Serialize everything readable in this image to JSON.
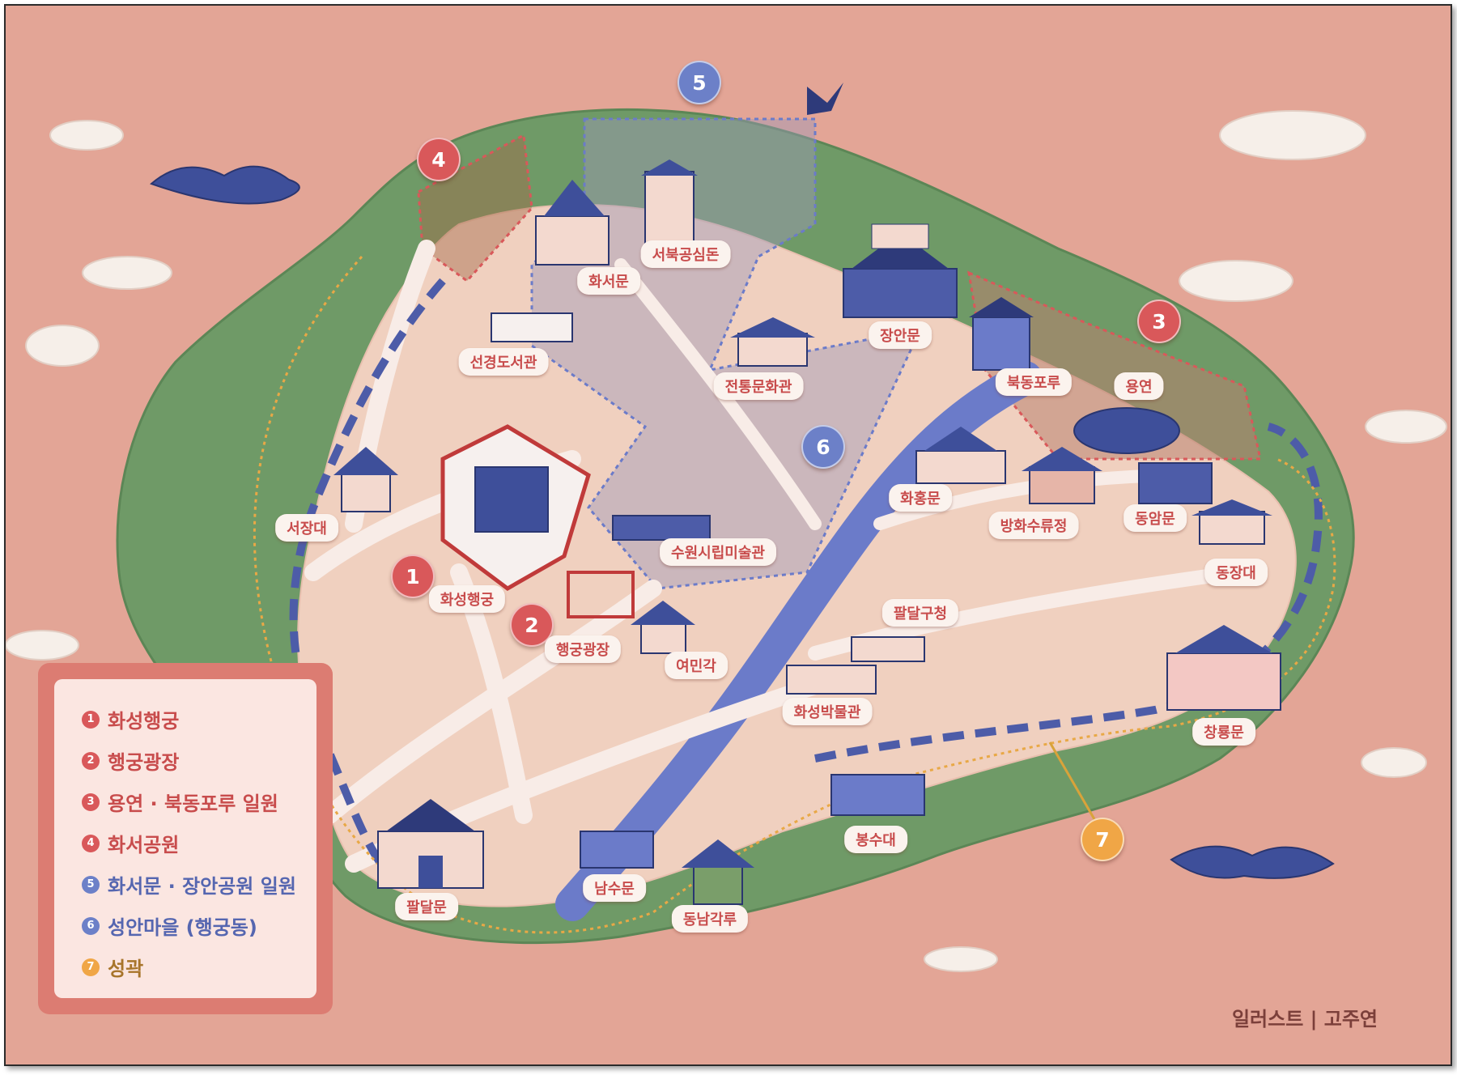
{
  "credit": "일러스트 | 고주연",
  "colors": {
    "background": "#e3a596",
    "land": "#f0d0bf",
    "forest": "#6f9a67",
    "stream": "#6b7bc9",
    "road": "#f8ece7",
    "red_marker": "#d9585a",
    "blue_marker": "#6c80c8",
    "gold_marker": "#f0a646",
    "label_text": "#c84c4c"
  },
  "landmarks": [
    {
      "id": "hwaseomun",
      "name": "화서문",
      "icon": "gate-tower-icon"
    },
    {
      "id": "seobuk",
      "name": "서북공심돈",
      "icon": "watchtower-icon"
    },
    {
      "id": "janganmun",
      "name": "장안문",
      "icon": "main-gate-icon"
    },
    {
      "id": "seongyeong",
      "name": "선경도서관",
      "icon": "library-icon"
    },
    {
      "id": "jeontong",
      "name": "전통문화관",
      "icon": "hanok-icon"
    },
    {
      "id": "bukdong",
      "name": "북동포루",
      "icon": "watchtower-icon"
    },
    {
      "id": "yongyeon",
      "name": "용연",
      "icon": "pond-icon"
    },
    {
      "id": "seojangdae",
      "name": "서장대",
      "icon": "pavilion-icon"
    },
    {
      "id": "hwahongmun",
      "name": "화홍문",
      "icon": "sluice-gate-icon"
    },
    {
      "id": "banghwa",
      "name": "방화수류정",
      "icon": "pavilion-icon"
    },
    {
      "id": "dongammun",
      "name": "동암문",
      "icon": "wall-gate-icon"
    },
    {
      "id": "museum_art",
      "name": "수원시립미술관",
      "icon": "museum-icon"
    },
    {
      "id": "dongjangdae",
      "name": "동장대",
      "icon": "hall-icon"
    },
    {
      "id": "haenggung",
      "name": "화성행궁",
      "icon": "palace-icon"
    },
    {
      "id": "paldalgu",
      "name": "팔달구청",
      "icon": "office-icon"
    },
    {
      "id": "plaza",
      "name": "행궁광장",
      "icon": "plaza-gate-icon"
    },
    {
      "id": "yeomingak",
      "name": "여민각",
      "icon": "bell-pavilion-icon"
    },
    {
      "id": "museum_hs",
      "name": "화성박물관",
      "icon": "museum-icon"
    },
    {
      "id": "changnyongmun",
      "name": "창룡문",
      "icon": "gate-tower-icon"
    },
    {
      "id": "bongsudae",
      "name": "봉수대",
      "icon": "beacon-icon"
    },
    {
      "id": "paldalmun",
      "name": "팔달문",
      "icon": "main-gate-icon"
    },
    {
      "id": "namsumun",
      "name": "남수문",
      "icon": "sluice-gate-icon"
    },
    {
      "id": "dongnam",
      "name": "동남각루",
      "icon": "pavilion-icon"
    }
  ],
  "markers": [
    {
      "num": "1",
      "color": "red"
    },
    {
      "num": "2",
      "color": "red"
    },
    {
      "num": "3",
      "color": "red"
    },
    {
      "num": "4",
      "color": "red"
    },
    {
      "num": "5",
      "color": "blue"
    },
    {
      "num": "6",
      "color": "blue"
    },
    {
      "num": "7",
      "color": "gold"
    }
  ],
  "legend": [
    {
      "num": "1",
      "text": "화성행궁",
      "color": "red"
    },
    {
      "num": "2",
      "text": "행궁광장",
      "color": "red"
    },
    {
      "num": "3",
      "text": "용연 · 북동포루 일원",
      "color": "red"
    },
    {
      "num": "4",
      "text": "화서공원",
      "color": "red"
    },
    {
      "num": "5",
      "text": "화서문 · 장안공원 일원",
      "color": "blue"
    },
    {
      "num": "6",
      "text": "성안마을 (행궁동)",
      "color": "blue"
    },
    {
      "num": "7",
      "text": "성곽",
      "color": "gold"
    }
  ]
}
